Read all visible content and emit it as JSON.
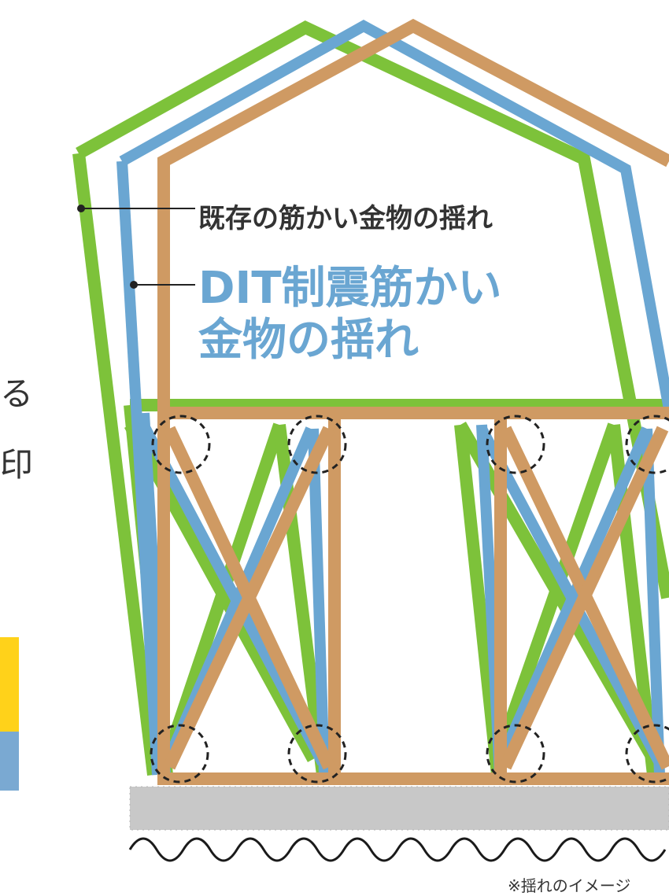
{
  "labels": {
    "existing": "既存の筋かい金物の揺れ",
    "dit_line1": "DIT制震筋かい",
    "dit_line2": "金物の揺れ"
  },
  "edge_text": {
    "char1": "る",
    "char2": "印"
  },
  "footnote": "※揺れのイメージ",
  "colors": {
    "existing_frame": "#7dc23a",
    "dit_frame": "#6aa6d2",
    "base_frame": "#cf9a63",
    "foundation": "#c8c8c8",
    "dashed_circle": "#222222"
  }
}
